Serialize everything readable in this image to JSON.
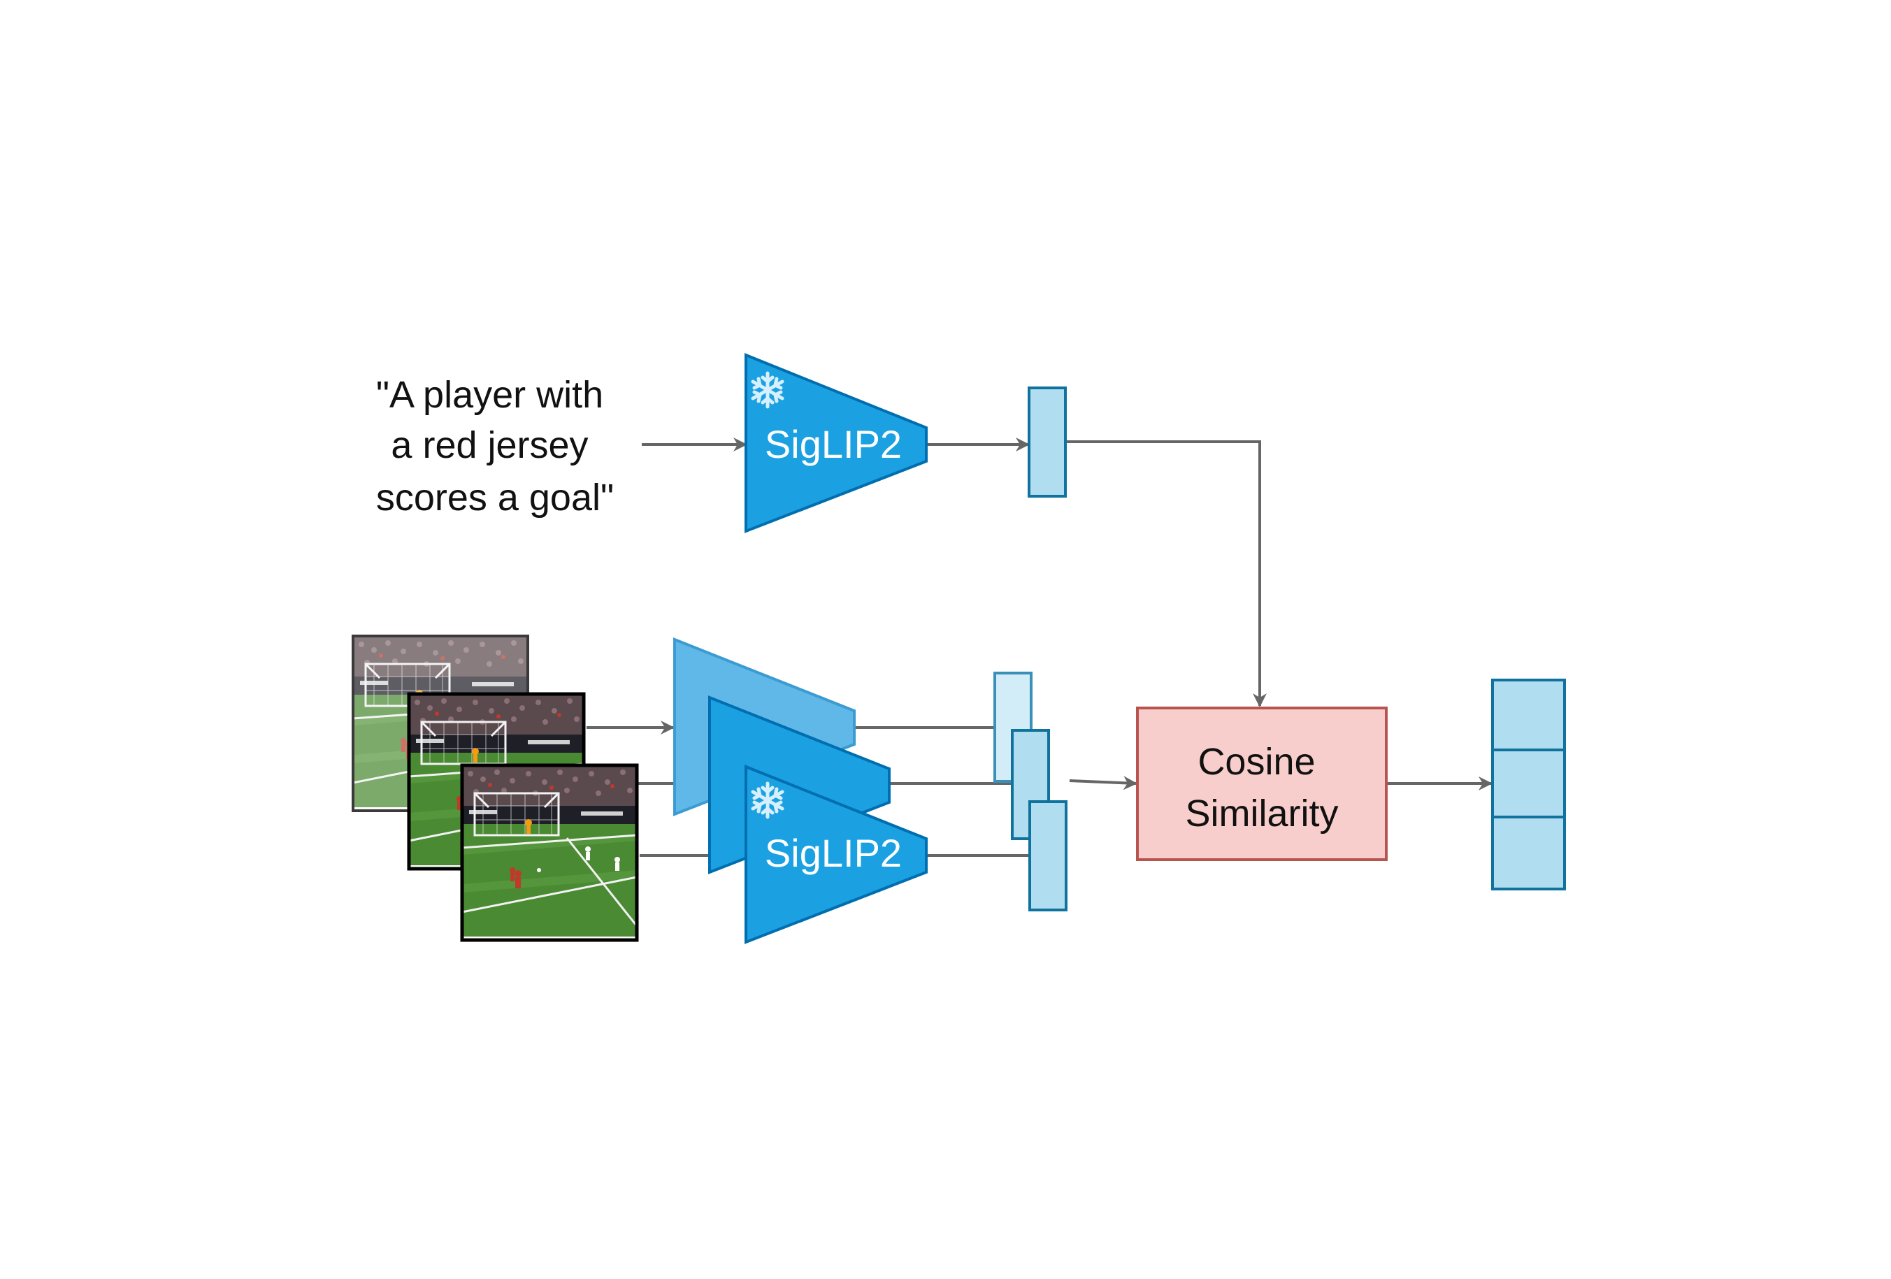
{
  "query": {
    "lines": [
      "\"A player with",
      "a red jersey",
      "scores a goal\""
    ]
  },
  "text_encoder": {
    "label": "SigLIP2",
    "frozen_icon": "snowflake-icon"
  },
  "image_encoder": {
    "label": "SigLIP2",
    "frozen_icon": "snowflake-icon"
  },
  "similarity": {
    "lines": [
      "Cosine",
      "Similarity"
    ]
  },
  "frames": {
    "count": 3,
    "description_icon": "soccer-frame-thumbnail"
  },
  "output_scores": {
    "cells": 3
  },
  "colors": {
    "encoder_fill": "#1ba1e2",
    "encoder_stroke": "#006eaf",
    "encoder_back_fill": "#5fb8e8",
    "embedding_fill": "#b1ddf0",
    "embedding_stroke": "#10739e",
    "similarity_fill": "#f8cecc",
    "similarity_stroke": "#b85450",
    "arrow": "#666666",
    "pitch": "#3f7d2b",
    "crowd": "#5a4a4e"
  }
}
